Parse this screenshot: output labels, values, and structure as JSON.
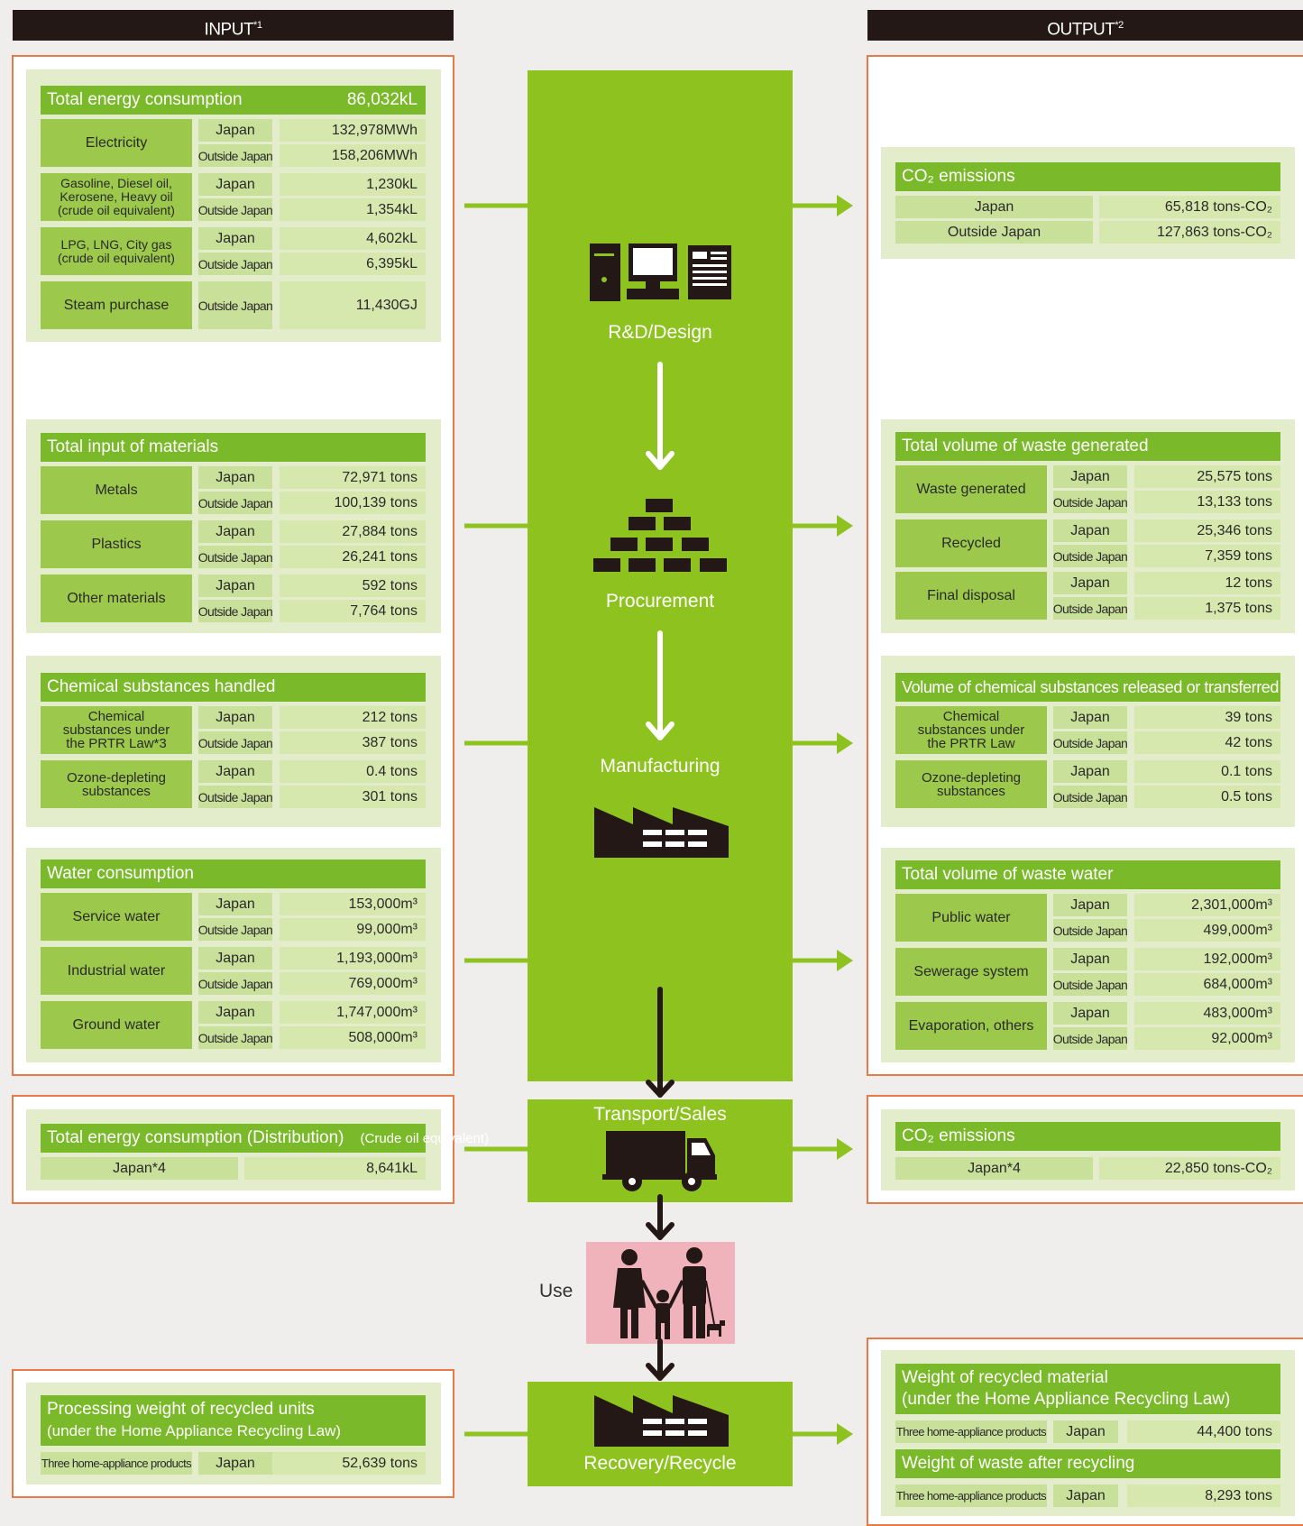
{
  "headers": {
    "input": "INPUT",
    "input_note": "*1",
    "output": "OUTPUT",
    "output_note": "*2"
  },
  "colors": {
    "green": "#8dc21f",
    "title_green": "#7ab929",
    "cat_green": "#9cc94b",
    "light_green": "#d6e8ae",
    "frame_orange": "#e87a4a",
    "header_dark": "#231815",
    "use_pink": "#f0b3bc"
  },
  "stages": {
    "rd": "R&D/Design",
    "procurement": "Procurement",
    "manufacturing": "Manufacturing",
    "transport": "Transport/Sales",
    "use": "Use",
    "recycle": "Recovery/Recycle"
  },
  "input": {
    "energy": {
      "title": "Total energy consumption",
      "total": "86,032kL",
      "rows": [
        {
          "category": "Electricity",
          "japan": "Japan",
          "japan_value": "132,978MWh",
          "outside": "Outside Japan",
          "outside_value": "158,206MWh"
        },
        {
          "category": "Gasoline, Diesel oil, Kerosene, Heavy oil (crude oil equivalent)",
          "japan": "Japan",
          "japan_value": "1,230kL",
          "outside": "Outside Japan",
          "outside_value": "1,354kL"
        },
        {
          "category": "LPG, LNG, City gas (crude oil equivalent)",
          "japan": "Japan",
          "japan_value": "4,602kL",
          "outside": "Outside Japan",
          "outside_value": "6,395kL"
        }
      ],
      "steam": {
        "category": "Steam purchase",
        "location": "Outside Japan",
        "value": "11,430GJ"
      }
    },
    "materials": {
      "title": "Total input of materials",
      "rows": [
        {
          "category": "Metals",
          "japan": "Japan",
          "japan_value": "72,971 tons",
          "outside": "Outside Japan",
          "outside_value": "100,139 tons"
        },
        {
          "category": "Plastics",
          "japan": "Japan",
          "japan_value": "27,884 tons",
          "outside": "Outside Japan",
          "outside_value": "26,241 tons"
        },
        {
          "category": "Other materials",
          "japan": "Japan",
          "japan_value": "592 tons",
          "outside": "Outside Japan",
          "outside_value": "7,764 tons"
        }
      ]
    },
    "chemicals": {
      "title": "Chemical substances handled",
      "rows": [
        {
          "category": "Chemical substances under the PRTR Law*3",
          "japan": "Japan",
          "japan_value": "212 tons",
          "outside": "Outside Japan",
          "outside_value": "387 tons"
        },
        {
          "category": "Ozone-depleting substances",
          "japan": "Japan",
          "japan_value": "0.4 tons",
          "outside": "Outside Japan",
          "outside_value": "301 tons"
        }
      ]
    },
    "water": {
      "title": "Water consumption",
      "rows": [
        {
          "category": "Service water",
          "japan": "Japan",
          "japan_value": "153,000m³",
          "outside": "Outside Japan",
          "outside_value": "99,000m³"
        },
        {
          "category": "Industrial water",
          "japan": "Japan",
          "japan_value": "1,193,000m³",
          "outside": "Outside Japan",
          "outside_value": "769,000m³"
        },
        {
          "category": "Ground water",
          "japan": "Japan",
          "japan_value": "1,747,000m³",
          "outside": "Outside Japan",
          "outside_value": "508,000m³"
        }
      ]
    },
    "distribution": {
      "title": "Total energy consumption (Distribution)",
      "subtitle": "(Crude oil equivalent)",
      "location": "Japan*4",
      "value": "8,641kL"
    },
    "recycled_units": {
      "title_line1": "Processing weight of recycled units",
      "title_line2": "(under the Home Appliance Recycling Law)",
      "category": "Three home-appliance products",
      "location": "Japan",
      "value": "52,639 tons"
    }
  },
  "output": {
    "co2": {
      "title": "CO₂ emissions",
      "rows": [
        {
          "location": "Japan",
          "value": "65,818 tons-CO₂"
        },
        {
          "location": "Outside Japan",
          "value": "127,863 tons-CO₂"
        }
      ]
    },
    "waste": {
      "title": "Total volume of waste generated",
      "rows": [
        {
          "category": "Waste generated",
          "japan": "Japan",
          "japan_value": "25,575 tons",
          "outside": "Outside Japan",
          "outside_value": "13,133 tons"
        },
        {
          "category": "Recycled",
          "japan": "Japan",
          "japan_value": "25,346 tons",
          "outside": "Outside Japan",
          "outside_value": "7,359 tons"
        },
        {
          "category": "Final disposal",
          "japan": "Japan",
          "japan_value": "12 tons",
          "outside": "Outside Japan",
          "outside_value": "1,375 tons"
        }
      ]
    },
    "chemicals": {
      "title": "Volume of chemical substances released or transferred",
      "rows": [
        {
          "category": "Chemical substances under the PRTR Law",
          "japan": "Japan",
          "japan_value": "39 tons",
          "outside": "Outside Japan",
          "outside_value": "42 tons"
        },
        {
          "category": "Ozone-depleting substances",
          "japan": "Japan",
          "japan_value": "0.1 tons",
          "outside": "Outside Japan",
          "outside_value": "0.5 tons"
        }
      ]
    },
    "wastewater": {
      "title": "Total volume of waste water",
      "rows": [
        {
          "category": "Public water",
          "japan": "Japan",
          "japan_value": "2,301,000m³",
          "outside": "Outside Japan",
          "outside_value": "499,000m³"
        },
        {
          "category": "Sewerage system",
          "japan": "Japan",
          "japan_value": "192,000m³",
          "outside": "Outside Japan",
          "outside_value": "684,000m³"
        },
        {
          "category": "Evaporation, others",
          "japan": "Japan",
          "japan_value": "483,000m³",
          "outside": "Outside Japan",
          "outside_value": "92,000m³"
        }
      ]
    },
    "co2_distribution": {
      "title": "CO₂ emissions",
      "location": "Japan*4",
      "value": "22,850 tons-CO₂"
    },
    "recycled_material": {
      "title_line1": "Weight of recycled material",
      "title_line2": "(under the Home Appliance Recycling Law)",
      "category": "Three home-appliance products",
      "location": "Japan",
      "value": "44,400 tons"
    },
    "waste_after": {
      "title": "Weight of waste after recycling",
      "category": "Three home-appliance products",
      "location": "Japan",
      "value": "8,293 tons"
    }
  }
}
